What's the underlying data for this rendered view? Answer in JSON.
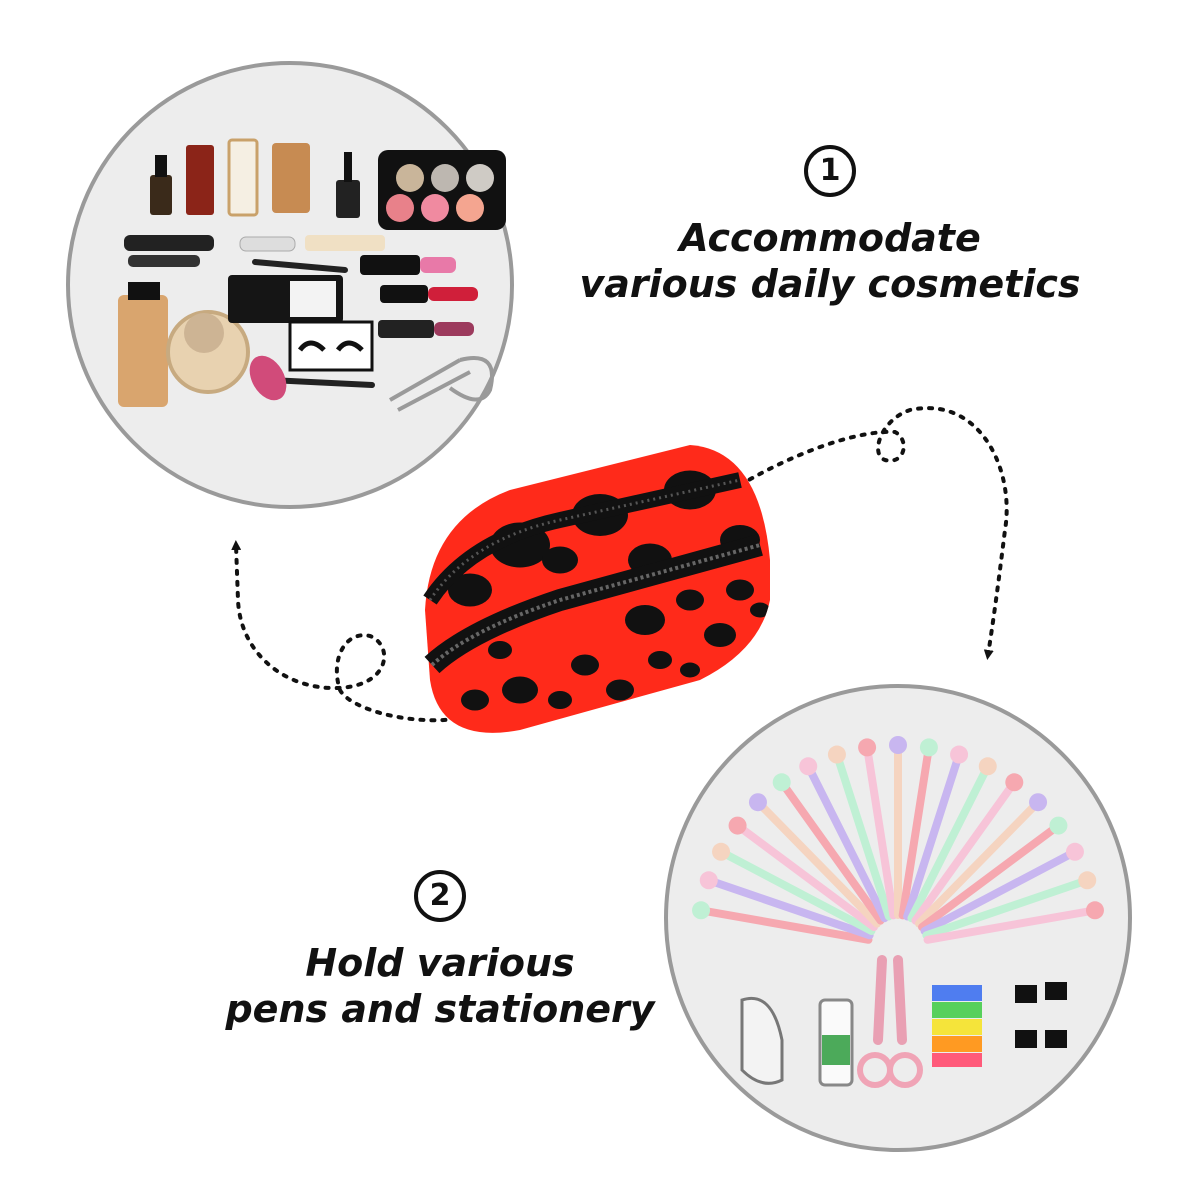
{
  "captions": [
    {
      "number": "1",
      "line1": "Accommodate",
      "line2": "various daily cosmetics"
    },
    {
      "number": "2",
      "line1": "Hold various",
      "line2": "pens and stationery"
    }
  ],
  "colors": {
    "bag_red": "#ff2a1a",
    "bag_spots": "#111111",
    "circle_bg": "#ececec",
    "circle_border": "#9a9a9a"
  },
  "icons": [
    "cosmetics-illustration",
    "stationery-illustration",
    "pencil-case-illustration",
    "dotted-arrow-icon"
  ]
}
